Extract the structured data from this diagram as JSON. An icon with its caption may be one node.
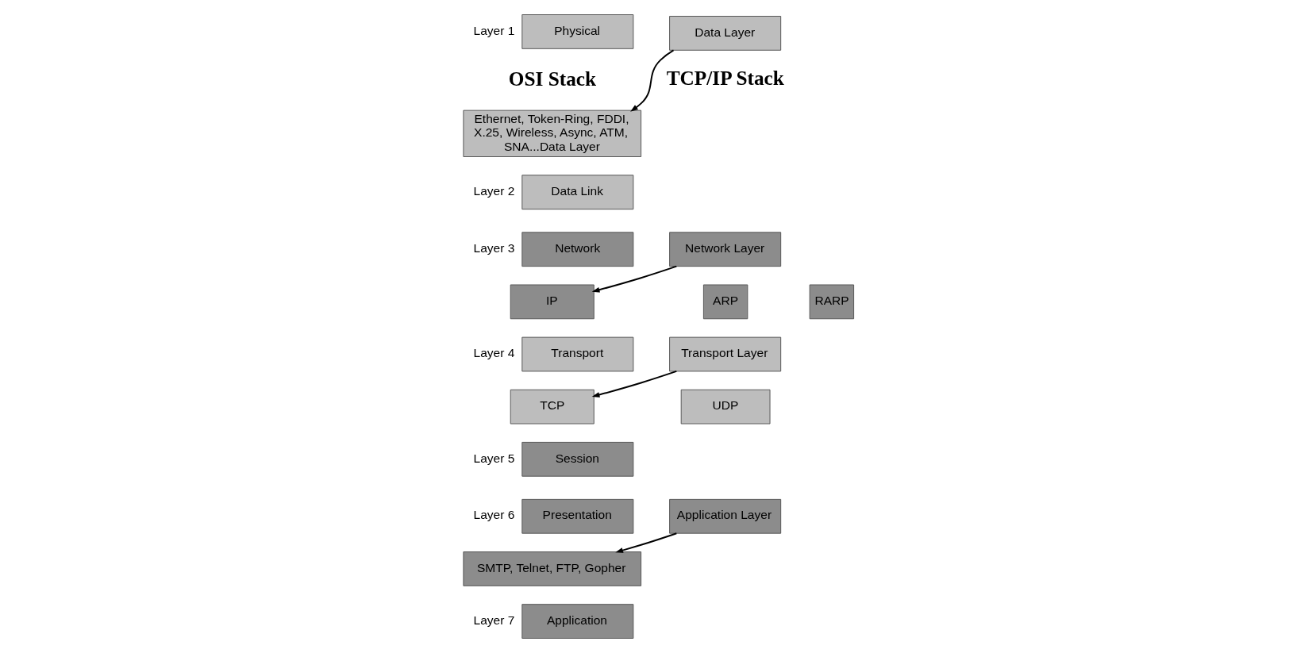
{
  "diagram": {
    "nodes": [
      {
        "text": [
          "Application"
        ],
        "beside": [
          "Layer 7"
        ]
      },
      {
        "text": [
          "Presentation"
        ],
        "beside": [
          "Layer 6"
        ]
      },
      {
        "text": [
          "Session"
        ],
        "beside": [
          "Layer 5"
        ]
      },
      {
        "text": [
          "Transport"
        ],
        "beside": [
          "Layer 4"
        ]
      },
      {
        "text": [
          "Network"
        ],
        "beside": [
          "Layer 3"
        ]
      },
      {
        "text": [
          "Data Link"
        ],
        "beside": [
          "Layer 2"
        ]
      },
      {
        "text": [
          "Physical"
        ],
        "beside": [
          "Layer 1"
        ]
      },
      {
        "text": [
          "Application Layer"
        ]
      },
      {
        "text": [
          "SMTP, Telnet, FTP, Gopher"
        ]
      },
      {
        "text": [
          "Transport Layer"
        ]
      },
      {
        "text": [
          "TCP"
        ]
      },
      {
        "text": [
          "UDP"
        ]
      },
      {
        "text": [
          "Network Layer"
        ]
      },
      {
        "text": [
          "IP"
        ]
      },
      {
        "text": [
          "ARP"
        ]
      },
      {
        "text": [
          "RARP"
        ]
      },
      {
        "text": [
          "Data Layer"
        ]
      },
      {
        "text": [
          "Ethernet, Token-Ring, FDDI, X.25, Wireless, Async, ATM, SNA...Data Layer"
        ]
      }
    ],
    "edges": [
      {
        "from": 7,
        "to": 8,
        "arrow": "to"
      },
      {
        "from": 9,
        "to": 10,
        "arrow": "to"
      },
      {
        "from": 12,
        "to": 13,
        "arrow": "to"
      },
      {
        "from": 16,
        "to": 17,
        "arrow": "to"
      }
    ],
    "labels": [
      "OSI Stack",
      "TCP/IP Stack"
    ]
  }
}
